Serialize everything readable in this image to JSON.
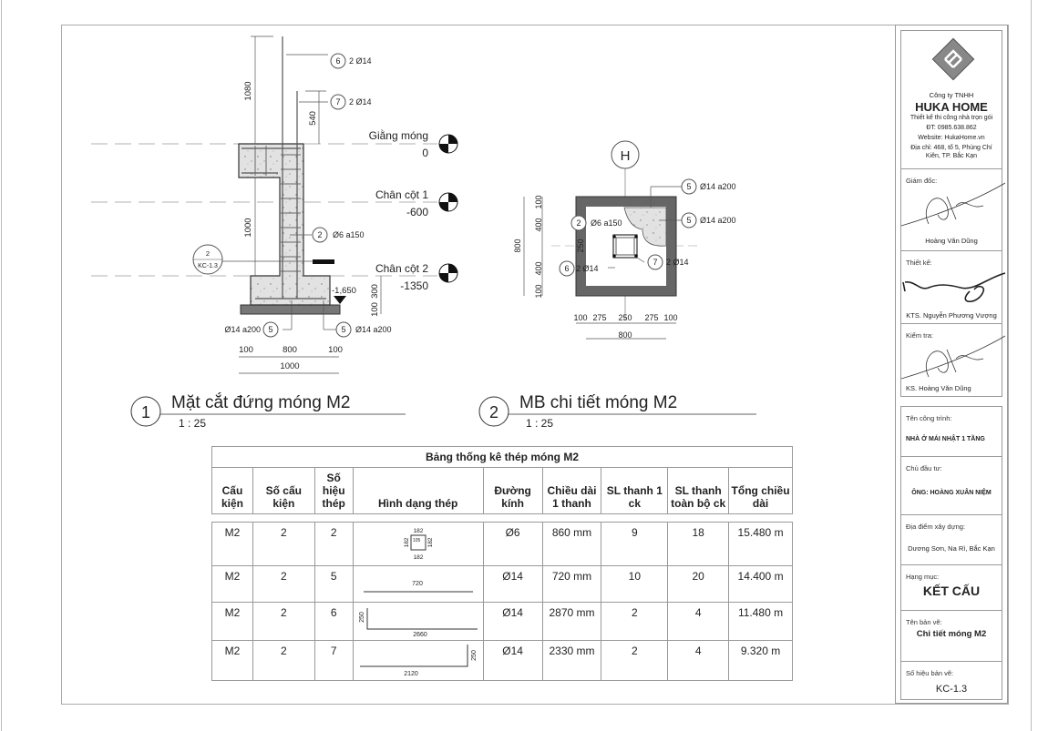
{
  "drawing1": {
    "number": "1",
    "title": "Mặt cắt đứng móng M2",
    "scale": "1 : 25",
    "dims": {
      "d1080": "1080",
      "d540": "540",
      "d1000v": "1000",
      "d300": "300",
      "d100v": "100",
      "d100a": "100",
      "d800": "800",
      "d100b": "100",
      "d1000": "1000"
    },
    "tags": [
      {
        "num": "6",
        "text": "2 Ø14"
      },
      {
        "num": "7",
        "text": "2 Ø14"
      },
      {
        "num": "2",
        "text": "Ø6 a150"
      },
      {
        "num": "5",
        "text": "Ø14 a200"
      },
      {
        "num": "5",
        "text": "Ø14 a200"
      }
    ],
    "section_ref": {
      "num": "2",
      "sheet": "KC-1.3"
    },
    "spot_level": "-1,650",
    "levels": [
      {
        "name": "Giằng móng",
        "value": "0"
      },
      {
        "name": "Chân cột 1",
        "value": "-600"
      },
      {
        "name": "Chân cột 2",
        "value": "-1350"
      }
    ]
  },
  "drawing2": {
    "number": "2",
    "title": "MB chi tiết móng M2",
    "scale": "1 : 25",
    "grid": "H",
    "tags": [
      {
        "num": "5",
        "text": "Ø14 a200"
      },
      {
        "num": "5",
        "text": "Ø14 a200"
      },
      {
        "num": "2",
        "text": "Ø6 a150"
      },
      {
        "num": "6",
        "text": "2 Ø14"
      },
      {
        "num": "7",
        "text": "2 Ø14"
      }
    ],
    "dims_v": {
      "a": "100",
      "b": "400",
      "c": "250",
      "d": "400",
      "e": "100",
      "total": "800"
    },
    "dims_h": {
      "a": "100",
      "b": "275",
      "c": "250",
      "d": "275",
      "e": "100",
      "total": "800"
    }
  },
  "table": {
    "title": "Bảng thống kê thép móng M2",
    "headers": [
      "Cấu kiện",
      "Số cấu kiện",
      "Số hiệu thép",
      "Hình dạng thép",
      "Đường kính",
      "Chiều dài 1 thanh",
      "SL thanh 1 ck",
      "SL thanh toàn bộ ck",
      "Tổng chiều dài"
    ],
    "rows": [
      {
        "ck": "M2",
        "so_ck": "2",
        "so_hieu": "2",
        "shape": {
          "top": "182",
          "left": "182",
          "right": "182",
          "bottom": "182",
          "hook": "105"
        },
        "dk": "Ø6",
        "len": "860 mm",
        "sl1": "9",
        "sl_all": "18",
        "total": "15.480 m"
      },
      {
        "ck": "M2",
        "so_ck": "2",
        "so_hieu": "5",
        "shape": {
          "len": "720"
        },
        "dk": "Ø14",
        "len": "720 mm",
        "sl1": "10",
        "sl_all": "20",
        "total": "14.400 m"
      },
      {
        "ck": "M2",
        "so_ck": "2",
        "so_hieu": "6",
        "shape": {
          "hook": "250",
          "len": "2660"
        },
        "dk": "Ø14",
        "len": "2870 mm",
        "sl1": "2",
        "sl_all": "4",
        "total": "11.480 m"
      },
      {
        "ck": "M2",
        "so_ck": "2",
        "so_hieu": "7",
        "shape": {
          "hook": "250",
          "len": "2120"
        },
        "dk": "Ø14",
        "len": "2330 mm",
        "sl1": "2",
        "sl_all": "4",
        "total": "9.320 m"
      }
    ]
  },
  "title_block": {
    "company_prefix": "Công ty TNHH",
    "company": "HUKA HOME",
    "slogan": "Thiết kế thi công nhà trọn gói",
    "phone": "ĐT: 0985.638.862",
    "website": "Website: HukaHome.vn",
    "address": "Địa chỉ: 468, tổ 5, Phùng Chí Kiên, TP. Bắc Kạn",
    "director_label": "Giám đốc:",
    "director": "Hoàng Văn Dũng",
    "designer_label": "Thiết kế:",
    "designer": "KTS. Nguyễn Phương Vượng",
    "checker_label": "Kiểm tra:",
    "checker": "KS. Hoàng Văn Dũng",
    "project_label": "Tên công trình:",
    "project": "NHÀ Ở MÁI NHẬT 1 TẦNG",
    "owner_label": "Chủ đầu tư:",
    "owner": "ÔNG: HOÀNG XUÂN NIỆM",
    "location_label": "Địa điểm xây dựng:",
    "location": "Dương Sơn, Na Rì, Bắc Kạn",
    "category_label": "Hạng mục:",
    "category": "KẾT CẤU",
    "sheet_name_label": "Tên bản vẽ:",
    "sheet_name": "Chi tiết móng M2",
    "sheet_no_label": "Số hiệu bản vẽ:",
    "sheet_no": "KC-1.3"
  }
}
